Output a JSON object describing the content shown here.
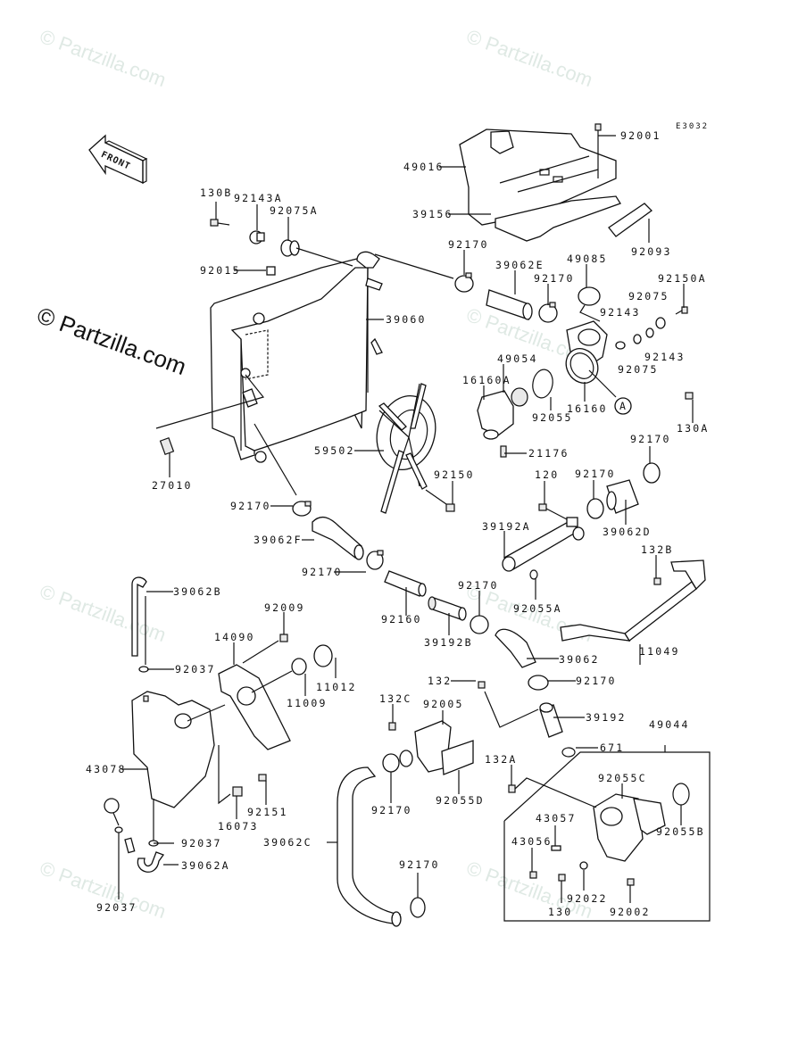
{
  "diagram": {
    "title": "Radiator",
    "figure_code": "E3032",
    "direction_arrow": "FRONT",
    "watermarks": [
      "© Partzilla.com",
      "© Partzilla.com",
      "© Partzilla.com",
      "© Partzilla.com",
      "© Partzilla.com",
      "© Partzilla.com",
      "© Partzilla.com"
    ],
    "main_watermark": "© Partzilla.com",
    "ref_marker": "A",
    "labels": {
      "p92001": "92001",
      "p49016": "49016",
      "p39156": "39156",
      "p92093": "92093",
      "p130B": "130B",
      "p92143A": "92143A",
      "p92075A": "92075A",
      "p92015": "92015",
      "p92170_a": "92170",
      "p39062E": "39062E",
      "p92170_b": "92170",
      "p49085": "49085",
      "p92150A": "92150A",
      "p92075_a": "92075",
      "p92143_a": "92143",
      "p92143_b": "92143",
      "p92075_b": "92075",
      "p39060": "39060",
      "p49054": "49054",
      "p16160A": "16160A",
      "p92055": "92055",
      "p16160": "16160",
      "p130A": "130A",
      "p27010": "27010",
      "p59502": "59502",
      "p21176": "21176",
      "p92170_c": "92170",
      "p92150": "92150",
      "p120": "120",
      "p92170_d": "92170",
      "p92170_e": "92170",
      "p39062D": "39062D",
      "p39192A": "39192A",
      "p132B": "132B",
      "p39062F": "39062F",
      "p92170_f": "92170",
      "p92055A": "92055A",
      "p92170_g": "92170",
      "p92160": "92160",
      "p39192B": "39192B",
      "p11049": "11049",
      "p39062B": "39062B",
      "p92009": "92009",
      "p14090": "14090",
      "p92037_a": "92037",
      "p11012": "11012",
      "p11009": "11009",
      "p39062": "39062",
      "p92170_h": "92170",
      "p132": "132",
      "p39192": "39192",
      "p132C": "132C",
      "p92005": "92005",
      "p49044": "49044",
      "p671": "671",
      "p43078": "43078",
      "p92055C": "92055C",
      "p132A": "132A",
      "p92055D": "92055D",
      "p16073": "16073",
      "p92151": "92151",
      "p92170_i": "92170",
      "p43057": "43057",
      "p92055B": "92055B",
      "p43056": "43056",
      "p92037_b": "92037",
      "p39062C": "39062C",
      "p39062A": "39062A",
      "p92037_c": "92037",
      "p92170_j": "92170",
      "p92022": "92022",
      "p130": "130",
      "p92002": "92002"
    }
  }
}
